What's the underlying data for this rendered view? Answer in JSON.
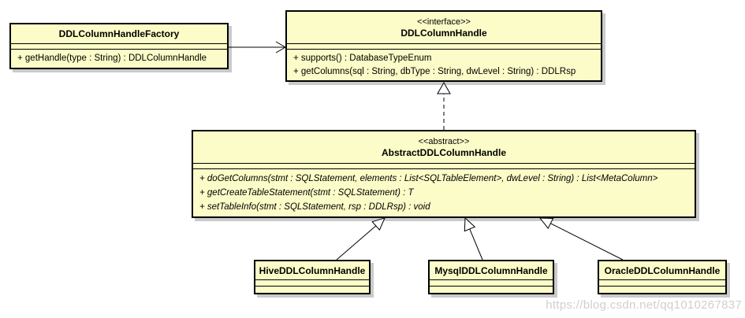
{
  "diagram": {
    "classes": {
      "factory": {
        "name": "DDLColumnHandleFactory",
        "methods": [
          "+ getHandle(type : String) : DDLColumnHandle"
        ]
      },
      "iface": {
        "stereotype": "<<interface>>",
        "name": "DDLColumnHandle",
        "methods": [
          "+ supports() : DatabaseTypeEnum",
          "+ getColumns(sql : String, dbType : String, dwLevel : String) : DDLRsp"
        ]
      },
      "abstract": {
        "stereotype": "<<abstract>>",
        "name": "AbstractDDLColumnHandle",
        "methods": [
          "+ doGetColumns(stmt : SQLStatement, elements : List<SQLTableElement>, dwLevel : String) : List<MetaColumn>",
          "+ getCreateTableStatement(stmt : SQLStatement) : T",
          "+ setTableInfo(stmt : SQLStatement, rsp : DDLRsp) : void"
        ]
      },
      "hive": {
        "name": "HiveDDLColumnHandle"
      },
      "mysql": {
        "name": "MysqlDDLColumnHandle"
      },
      "oracle": {
        "name": "OracleDDLColumnHandle"
      }
    },
    "relationships": [
      {
        "type": "association",
        "from": "DDLColumnHandleFactory",
        "to": "DDLColumnHandle"
      },
      {
        "type": "realization",
        "from": "AbstractDDLColumnHandle",
        "to": "DDLColumnHandle"
      },
      {
        "type": "generalization",
        "from": "HiveDDLColumnHandle",
        "to": "AbstractDDLColumnHandle"
      },
      {
        "type": "generalization",
        "from": "MysqlDDLColumnHandle",
        "to": "AbstractDDLColumnHandle"
      },
      {
        "type": "generalization",
        "from": "OracleDDLColumnHandle",
        "to": "AbstractDDLColumnHandle"
      }
    ],
    "colors": {
      "node_fill": "#fcfcc8",
      "node_border": "#000000",
      "background": "#ffffff",
      "watermark_text": "#c3c3c3"
    },
    "watermark": "https://blog.csdn.net/qq1010267837"
  }
}
